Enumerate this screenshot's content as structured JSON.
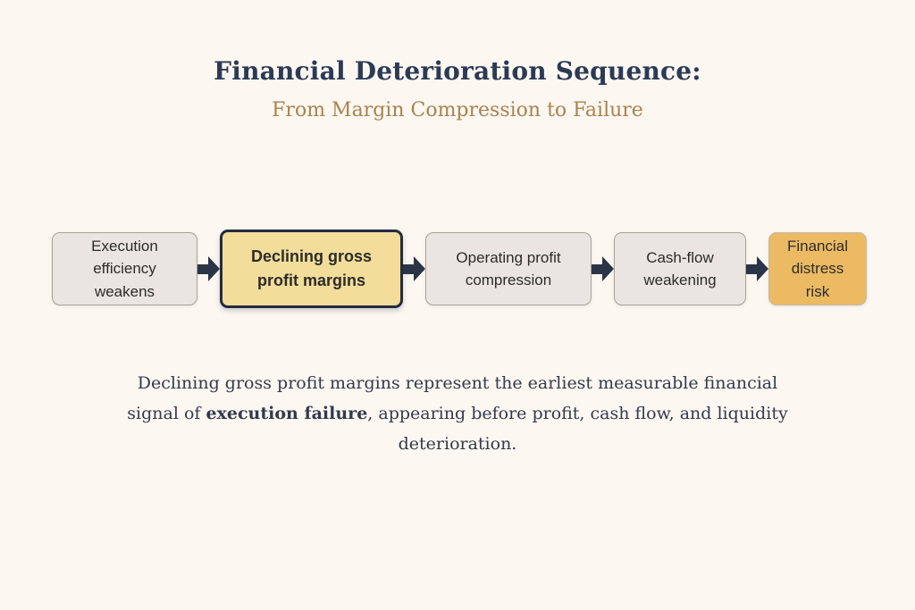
{
  "title": "Financial Deterioration Sequence:",
  "subtitle": "From Margin Compression to Failure",
  "flow": {
    "boxes": [
      {
        "label": "Execution efficiency weakens",
        "style": "neutral"
      },
      {
        "label": "Declining gross profit margins",
        "style": "highlight"
      },
      {
        "label": "Operating profit compression",
        "style": "neutral"
      },
      {
        "label": "Cash-flow weakening",
        "style": "neutral"
      },
      {
        "label": "Financial distress risk",
        "style": "accent"
      }
    ],
    "connector": "arrow-right"
  },
  "caption": {
    "before_bold": "Declining gross profit margins represent the earliest measurable financial signal of ",
    "bold": "execution failure",
    "after_bold": ", appearing before profit, cash flow, and liquidity deterioration."
  },
  "colors": {
    "page-bg": "#fcf7f1",
    "title-color": "#2b3a55",
    "subtitle-color": "#a9834e",
    "box-neutral-bg": "#eae5e0",
    "box-neutral-border": "#a8a298",
    "box-highlight-bg": "#f2dd9b",
    "box-highlight-border": "#232c3f",
    "box-accent-bg": "#ecba63",
    "box-accent-border": "#c2b9ab",
    "box-text": "#2c2c28",
    "arrow-color": "#2b3548",
    "caption-color": "#323a4d"
  }
}
